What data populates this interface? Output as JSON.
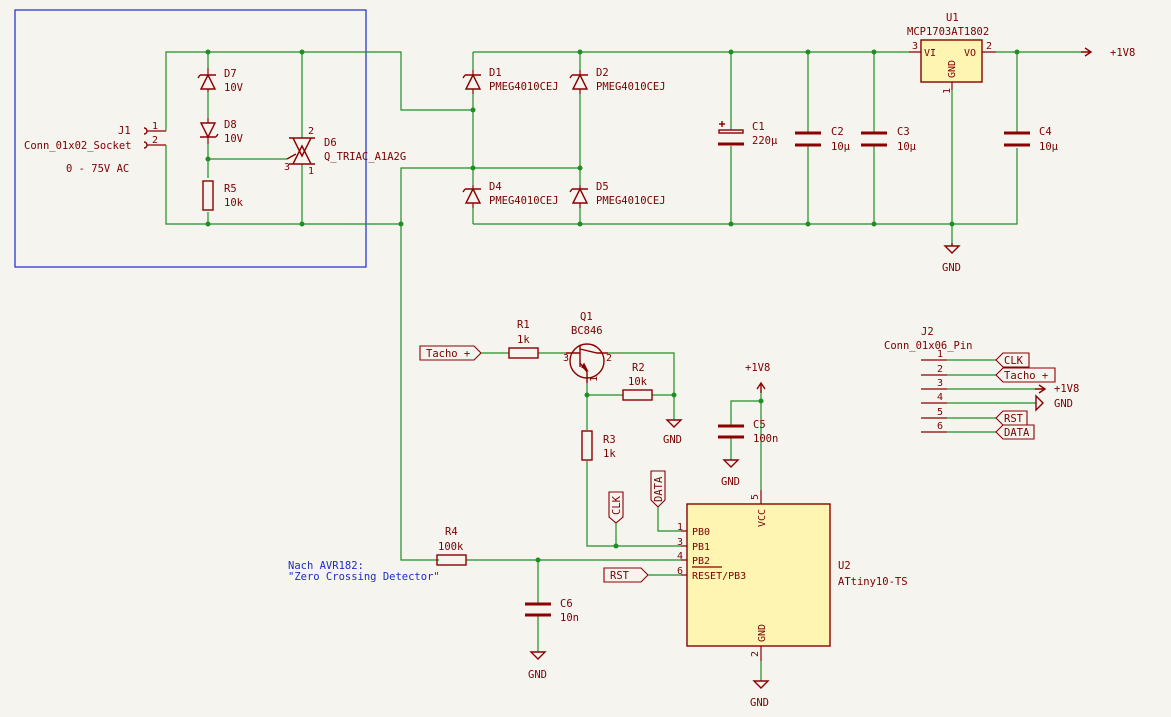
{
  "components": {
    "J1": {
      "ref": "J1",
      "value": "Conn_01x02_Socket",
      "pins": [
        "1",
        "2"
      ]
    },
    "D7": {
      "ref": "D7",
      "value": "10V"
    },
    "D8": {
      "ref": "D8",
      "value": "10V"
    },
    "R5": {
      "ref": "R5",
      "value": "10k"
    },
    "D6": {
      "ref": "D6",
      "value": "Q_TRIAC_A1A2G",
      "pins": [
        "1",
        "2",
        "3"
      ]
    },
    "D1": {
      "ref": "D1",
      "value": "PMEG4010CEJ"
    },
    "D2": {
      "ref": "D2",
      "value": "PMEG4010CEJ"
    },
    "D4": {
      "ref": "D4",
      "value": "PMEG4010CEJ"
    },
    "D5": {
      "ref": "D5",
      "value": "PMEG4010CEJ"
    },
    "C1": {
      "ref": "C1",
      "value": "220µ"
    },
    "C2": {
      "ref": "C2",
      "value": "10µ"
    },
    "C3": {
      "ref": "C3",
      "value": "10µ"
    },
    "C4": {
      "ref": "C4",
      "value": "10µ"
    },
    "U1": {
      "ref": "U1",
      "value": "MCP1703AT1802",
      "pin_vi": "VI",
      "pin_vo": "VO",
      "pin_gnd": "GND",
      "pin_vi_num": "3",
      "pin_vo_num": "2",
      "pin_gnd_num": "1"
    },
    "R1": {
      "ref": "R1",
      "value": "1k"
    },
    "Q1": {
      "ref": "Q1",
      "value": "BC846",
      "pins": [
        "3",
        "2",
        "1"
      ]
    },
    "R2": {
      "ref": "R2",
      "value": "10k"
    },
    "R3": {
      "ref": "R3",
      "value": "1k"
    },
    "C5": {
      "ref": "C5",
      "value": "100n"
    },
    "R4": {
      "ref": "R4",
      "value": "100k"
    },
    "C6": {
      "ref": "C6",
      "value": "10n"
    },
    "U2": {
      "ref": "U2",
      "value": "ATtiny10-TS",
      "vcc": "VCC",
      "gnd": "GND",
      "vcc_num": "5",
      "gnd_num": "2",
      "pins": [
        {
          "num": "1",
          "name": "PB0"
        },
        {
          "num": "3",
          "name": "PB1"
        },
        {
          "num": "4",
          "name": "PB2"
        },
        {
          "num": "6",
          "name": "RESET/PB3"
        }
      ]
    },
    "J2": {
      "ref": "J2",
      "value": "Conn_01x06_Pin",
      "pins": [
        "1",
        "2",
        "3",
        "4",
        "5",
        "6"
      ]
    }
  },
  "power": {
    "plus1v8": "+1V8",
    "gnd": "GND"
  },
  "labels": {
    "tacho": "Tacho +",
    "clk": "CLK",
    "data": "DATA",
    "rst": "RST"
  },
  "input_note": "0 - 75V AC",
  "note": {
    "line1": "Nach AVR182:",
    "line2": "\"Zero Crossing Detector\""
  }
}
